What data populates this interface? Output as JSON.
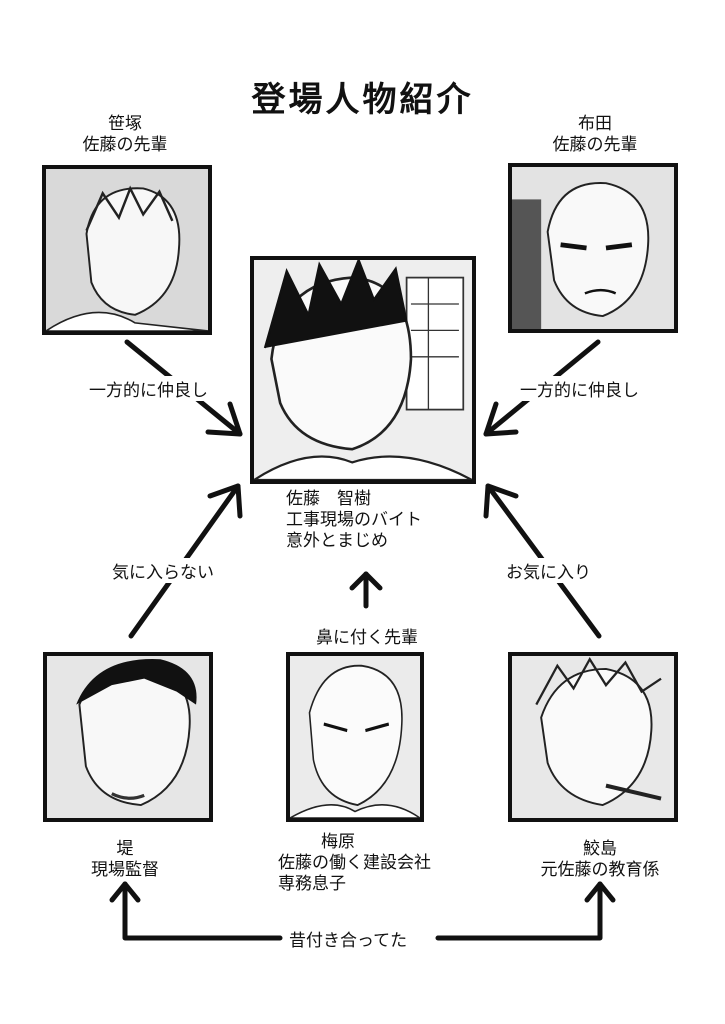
{
  "title": "登場人物紹介",
  "characters": {
    "sasazuka": {
      "name": "笹塚",
      "role": "佐藤の先輩"
    },
    "nunota": {
      "name": "布田",
      "role": "佐藤の先輩"
    },
    "sato": {
      "name": "佐藤　智樹",
      "role": "工事現場のバイト",
      "note": "意外とまじめ"
    },
    "tsutsumi": {
      "name": "堤",
      "role": "現場監督"
    },
    "umehara": {
      "name": "梅原",
      "role": "佐藤の働く建設会社",
      "role2": "専務息子"
    },
    "samejima": {
      "name": "鮫島",
      "role": "元佐藤の教育係"
    }
  },
  "relations": {
    "sasazuka_to_sato": "一方的に仲良し",
    "nunota_to_sato": "一方的に仲良し",
    "tsutsumi_to_sato": "気に入らない",
    "umehara_to_sato": "鼻に付く先輩",
    "samejima_to_sato": "お気に入り",
    "tsutsumi_samejima": "昔付き合ってた"
  }
}
